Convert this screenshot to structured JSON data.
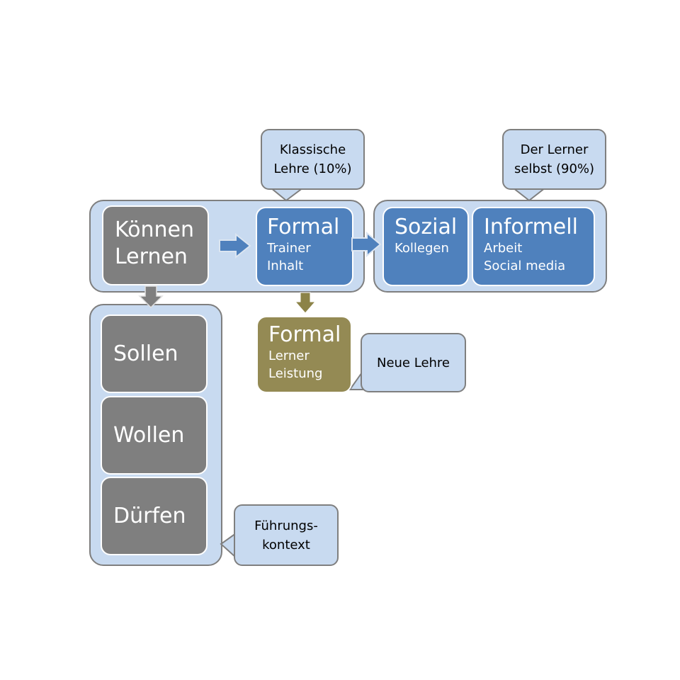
{
  "top_group": {
    "koennen_lernen": [
      "Können",
      "Lernen"
    ],
    "formal_top": {
      "title": "Formal",
      "lines": [
        "Trainer",
        "Inhalt"
      ]
    }
  },
  "right_group": {
    "sozial": {
      "title": "Sozial",
      "lines": [
        "Kollegen"
      ]
    },
    "informell": {
      "title": "Informell",
      "lines": [
        "Arbeit",
        "Social media"
      ]
    }
  },
  "left_column": {
    "items": [
      "Sollen",
      "Wollen",
      "Dürfen"
    ]
  },
  "formal_new": {
    "title": "Formal",
    "lines": [
      "Lerner",
      "Leistung"
    ]
  },
  "callouts": {
    "klassische": [
      "Klassische",
      "Lehre (10%)"
    ],
    "lerner_selbst": [
      "Der Lerner",
      "selbst (90%)"
    ],
    "neue_lehre": [
      "Neue Lehre"
    ],
    "fuehrung": [
      "Führungs-",
      "kontext"
    ]
  },
  "colors": {
    "group_fill": "#c8daf0",
    "gray_box": "#7f7f7f",
    "blue_box": "#4f81bd",
    "olive_box": "#948a54",
    "blue_arrow": "#4f81bd",
    "gray_arrow": "#7f7f7f",
    "olive_arrow": "#8c8348"
  }
}
